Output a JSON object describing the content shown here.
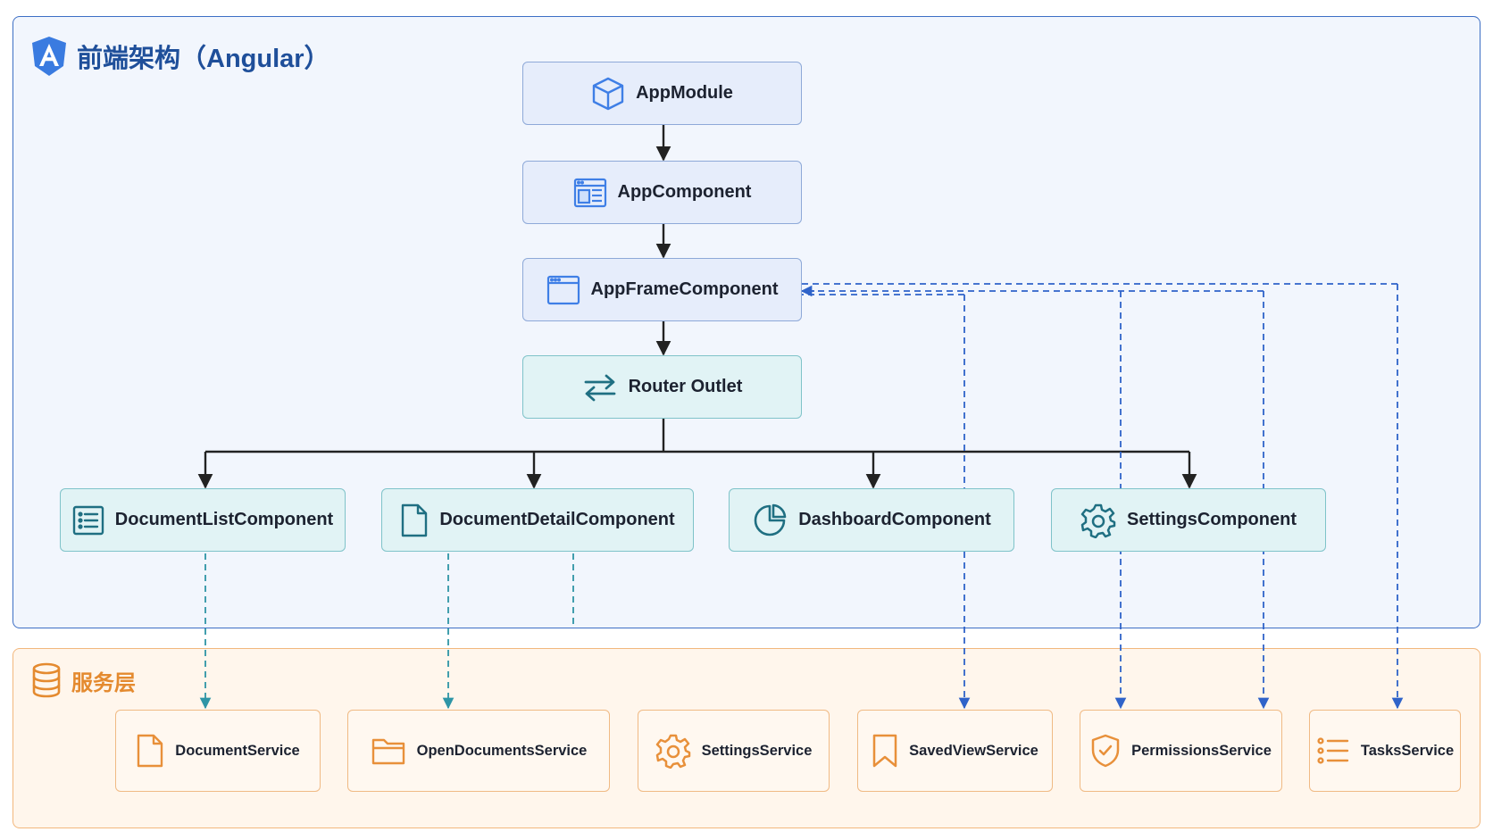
{
  "frontend": {
    "title": "前端架构（Angular）",
    "logo_icon": "angular-logo",
    "nodes": [
      {
        "id": "app-module",
        "label": "AppModule",
        "icon": "cube-icon"
      },
      {
        "id": "app-component",
        "label": "AppComponent",
        "icon": "window-layout-icon"
      },
      {
        "id": "app-frame-component",
        "label": "AppFrameComponent",
        "icon": "browser-window-icon"
      },
      {
        "id": "router-outlet",
        "label": "Router Outlet",
        "icon": "swap-arrows-icon"
      },
      {
        "id": "document-list-component",
        "label": "DocumentListComponent",
        "icon": "list-icon"
      },
      {
        "id": "document-detail-component",
        "label": "DocumentDetailComponent",
        "icon": "document-icon"
      },
      {
        "id": "dashboard-component",
        "label": "DashboardComponent",
        "icon": "pie-chart-icon"
      },
      {
        "id": "settings-component",
        "label": "SettingsComponent",
        "icon": "gear-icon"
      }
    ]
  },
  "services": {
    "title": "服务层",
    "icon": "database-icon",
    "nodes": [
      {
        "id": "document-service",
        "label": "DocumentService",
        "icon": "document-icon"
      },
      {
        "id": "open-documents-service",
        "label": "OpenDocumentsService",
        "icon": "folder-icon"
      },
      {
        "id": "settings-service",
        "label": "SettingsService",
        "icon": "gear-icon"
      },
      {
        "id": "saved-view-service",
        "label": "SavedViewService",
        "icon": "bookmark-icon"
      },
      {
        "id": "permissions-service",
        "label": "PermissionsService",
        "icon": "shield-check-icon"
      },
      {
        "id": "tasks-service",
        "label": "TasksService",
        "icon": "task-list-icon"
      }
    ]
  },
  "colors": {
    "frontend_border": "#3d6fc5",
    "frontend_fill": "#f2f6fd",
    "service_border": "#f2b77c",
    "service_fill": "#fff6ec",
    "solid_arrow": "#222222",
    "teal_dashed": "#2e95a6",
    "blue_dashed": "#2f63c9"
  }
}
